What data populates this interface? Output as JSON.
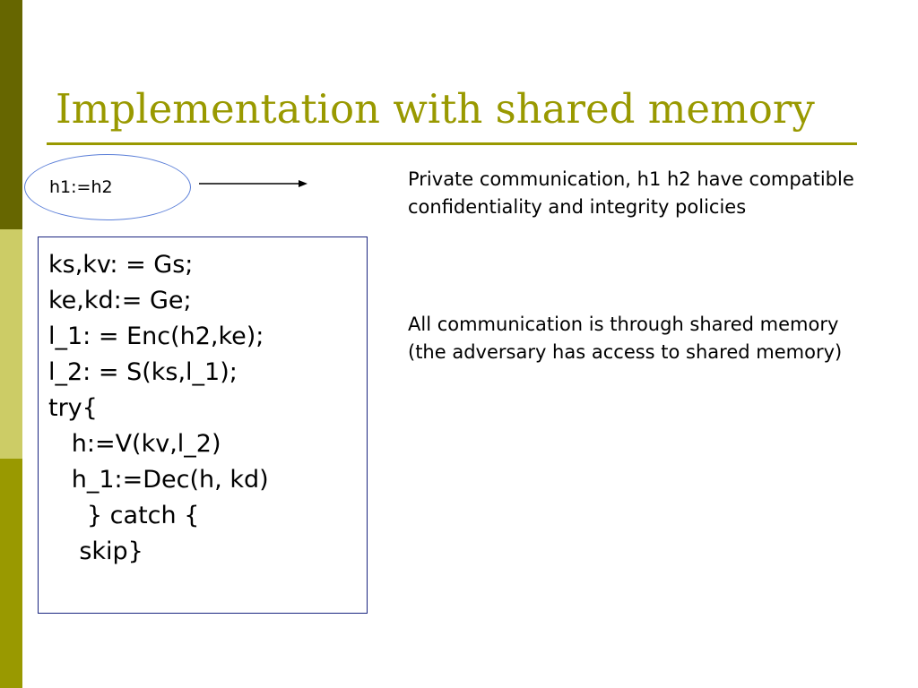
{
  "slide": {
    "title": "Implementation with shared memory",
    "colors": {
      "accent": "#999900",
      "sidebar_dark": "#666600",
      "sidebar_light": "#cccc66",
      "ellipse_border": "#5b7fd8",
      "box_border": "#1a2580"
    }
  },
  "diagram": {
    "ellipse_label": "h1:=h2",
    "arrow_icon": "right-arrow-icon"
  },
  "code": {
    "lines": [
      "ks,kv: = Gs;",
      "ke,kd:= Ge;",
      "l_1: = Enc(h2,ke);",
      "l_2: = S(ks,l_1);",
      "try{",
      "   h:=V(kv,l_2)",
      "   h_1:=Dec(h, kd)",
      "     } catch {",
      "    skip}"
    ]
  },
  "notes": {
    "private": "Private communication, h1 h2 have compatible confidentiality and integrity policies",
    "shared": "All communication is through shared memory (the adversary has access to shared memory)"
  }
}
